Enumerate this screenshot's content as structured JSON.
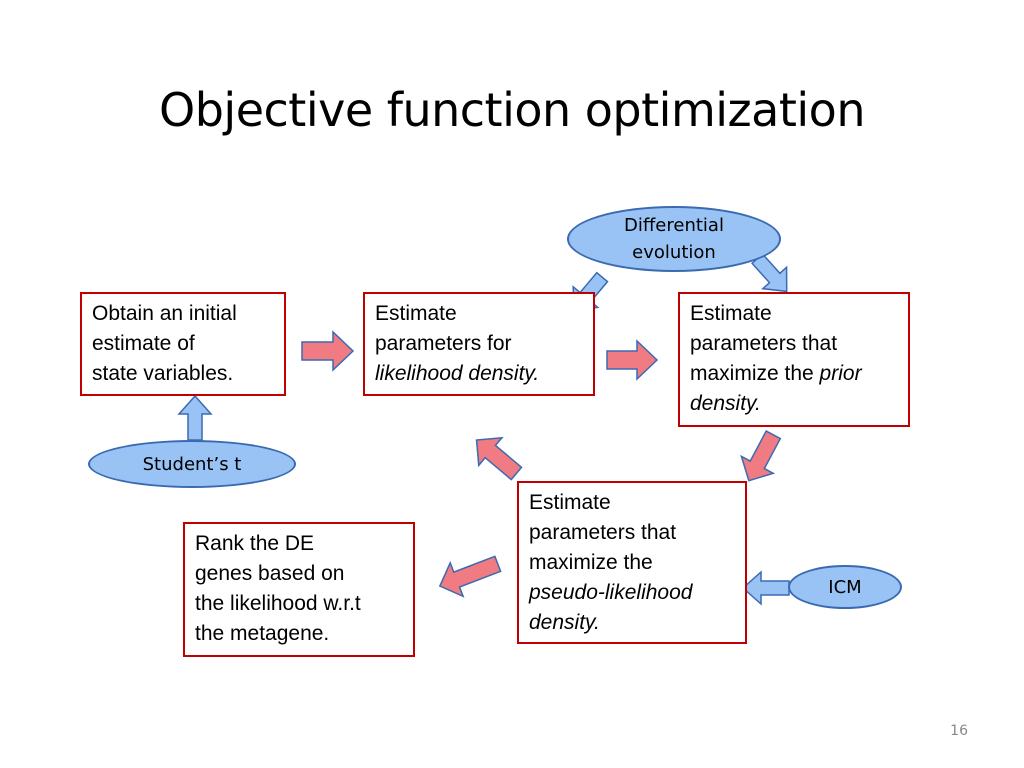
{
  "slide": {
    "title": "Objective function optimization",
    "page_number": "16"
  },
  "boxes": {
    "initial": {
      "line1": "Obtain an initial",
      "line2": "estimate of",
      "line3": "state variables."
    },
    "likelihood": {
      "line1": "Estimate",
      "line2": "parameters for",
      "line3_italic": "likelihood density."
    },
    "prior": {
      "line1": "Estimate",
      "line2": "parameters that",
      "line3": "maximize the ",
      "line3_italic": "prior",
      "line4_italic": "density."
    },
    "pseudo": {
      "line1": "Estimate",
      "line2": "parameters that",
      "line3": "maximize the",
      "line4_italic": "pseudo-likelihood",
      "line5_italic": "density."
    },
    "rank": {
      "line1": "Rank the DE",
      "line2": "genes based on",
      "line3": "the likelihood w.r.t",
      "line4": "the metagene."
    }
  },
  "methods": {
    "differential_evolution": {
      "line1": "Differential",
      "line2": "evolution"
    },
    "students_t": {
      "label": "Student’s t"
    },
    "icm": {
      "label": "ICM"
    }
  },
  "colors": {
    "box_border": "#c00000",
    "process_arrow_fill": "#f07b82",
    "process_arrow_stroke": "#3a6ab2",
    "method_fill": "#99c3f4",
    "method_stroke": "#3a6ab2"
  }
}
